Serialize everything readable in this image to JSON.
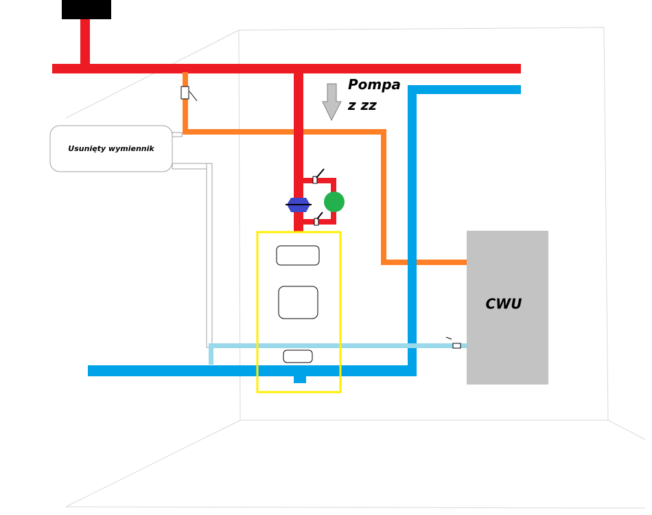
{
  "labels": {
    "pump": "Pompa",
    "pump_sub": "z zz",
    "exchanger": "Usunięty wymiennik",
    "cwu": "CWU"
  },
  "colors": {
    "hot": "#ed1c24",
    "cold": "#00a2e8",
    "return": "#ff7f27",
    "recirculation": "#99d9ea",
    "boiler_outline": "#ffef00",
    "tank": "#c3c3c3",
    "pump_green": "#22b14c",
    "valve_blue": "#3f48cc",
    "chimney": "#000000"
  },
  "icons": {
    "arrow": "down-arrow-icon",
    "valve": "valve-icon",
    "pump": "pump-icon"
  }
}
